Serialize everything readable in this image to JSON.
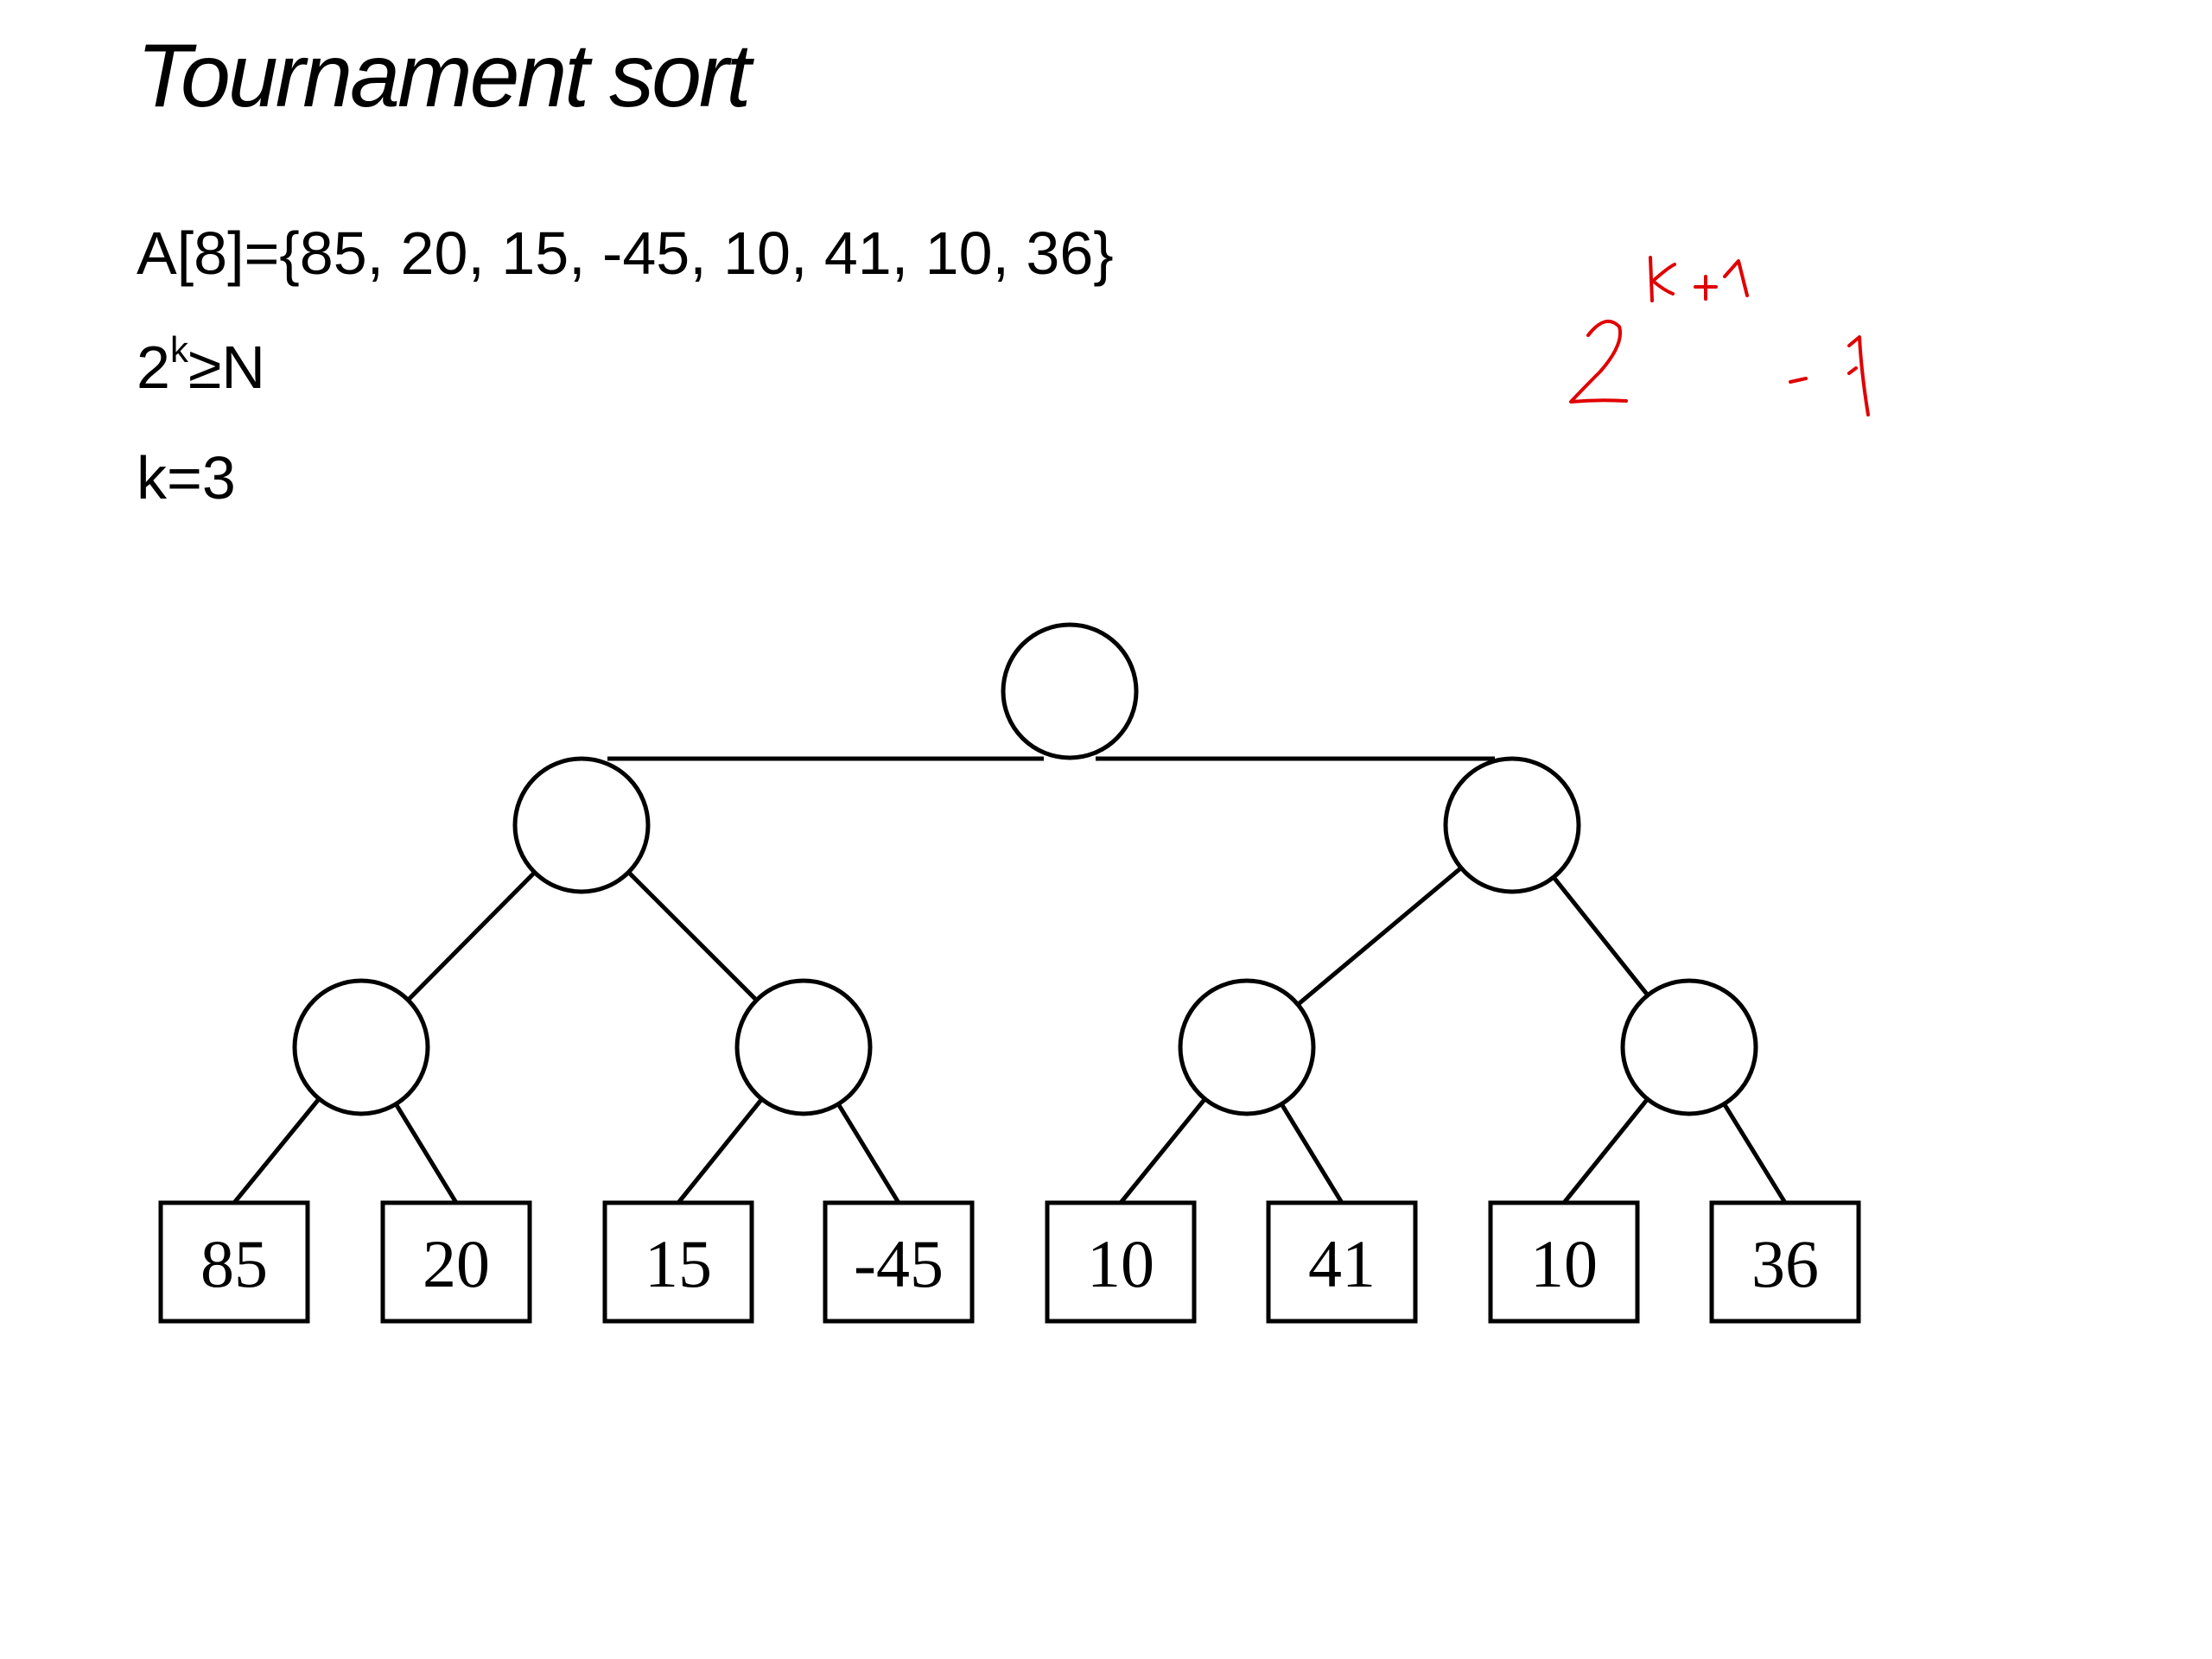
{
  "slide": {
    "title": "Tournament sort",
    "lines": {
      "array": "A[8]={85, 20, 15, -45, 10, 41, 10, 36}",
      "power_base": "2",
      "power_exp": "k",
      "power_rest": "≥N",
      "k_value": "k=3"
    }
  },
  "annotation": {
    "text": "2^(k+1) - 1",
    "color": "#e00000"
  },
  "tree": {
    "leaves": [
      "85",
      "20",
      "15",
      "-45",
      "10",
      "41",
      "10",
      "36"
    ],
    "internal_nodes": 7
  }
}
